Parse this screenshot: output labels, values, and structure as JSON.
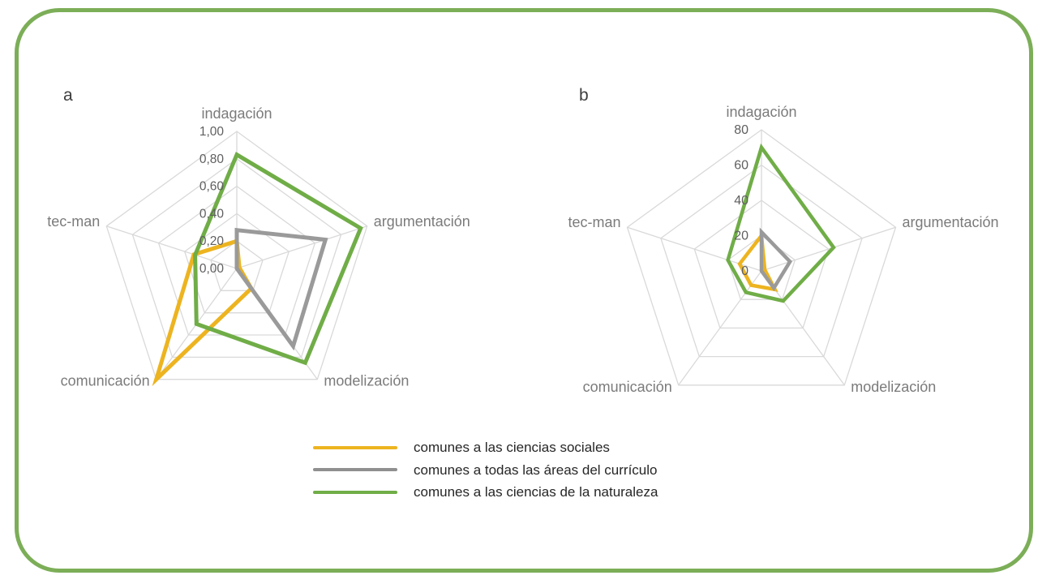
{
  "page": {
    "background": "#FFFFFF",
    "border_color": "#7CAE58",
    "panel_a_label": "a",
    "panel_b_label": "b"
  },
  "colors": {
    "grid": "#D9D9D9",
    "tick_text": "#5F5F5F",
    "axis_label_text": "#7B7B7B",
    "series_yellow": "#EDB420",
    "series_gray": "#9A9A9A",
    "series_green": "#70AD47"
  },
  "legend": {
    "items": [
      {
        "label": "comunes a las ciencias sociales",
        "color": "#EDB420"
      },
      {
        "label": "comunes a todas las áreas del currículo",
        "color": "#8F8F8F"
      },
      {
        "label": "comunes a las ciencias de la naturaleza",
        "color": "#70AD47"
      }
    ]
  },
  "chart_data": [
    {
      "id": "a",
      "type": "radar",
      "panel_label": "a",
      "categories": [
        "indagación",
        "argumentación",
        "modelización",
        "comunicación",
        "tec-man"
      ],
      "axis_range": [
        0,
        1
      ],
      "grid_levels": [
        0.2,
        0.4,
        0.6,
        0.8,
        1.0
      ],
      "grid_on": true,
      "ticks": [
        {
          "label": "1,00",
          "value": 1.0
        },
        {
          "label": "0,80",
          "value": 0.8
        },
        {
          "label": "0,60",
          "value": 0.6
        },
        {
          "label": "0,40",
          "value": 0.4
        },
        {
          "label": "0,20",
          "value": 0.2
        },
        {
          "label": "0,00",
          "value": 0.0
        }
      ],
      "series": [
        {
          "name": "comunes a las ciencias sociales",
          "color": "#EDB420",
          "values": [
            0.2,
            0.02,
            0.18,
            1.0,
            0.33
          ]
        },
        {
          "name": "comunes a todas las áreas del currículo",
          "color": "#9A9A9A",
          "values": [
            0.28,
            0.68,
            0.7,
            0.0,
            0.0
          ]
        },
        {
          "name": "comunes a las ciencias de la naturaleza",
          "color": "#70AD47",
          "values": [
            0.83,
            0.95,
            0.85,
            0.5,
            0.32
          ]
        }
      ]
    },
    {
      "id": "b",
      "type": "radar",
      "panel_label": "b",
      "categories": [
        "indagación",
        "argumentación",
        "modelización",
        "comunicación",
        "tec-man"
      ],
      "axis_range": [
        0,
        80
      ],
      "grid_levels": [
        20,
        40,
        60,
        80
      ],
      "grid_on": true,
      "ticks": [
        {
          "label": "80",
          "value": 80
        },
        {
          "label": "60",
          "value": 60
        },
        {
          "label": "40",
          "value": 40
        },
        {
          "label": "20",
          "value": 20
        },
        {
          "label": "0",
          "value": 0
        }
      ],
      "series": [
        {
          "name": "comunes a las ciencias sociales",
          "color": "#EDB420",
          "values": [
            20,
            2,
            13,
            10,
            13
          ]
        },
        {
          "name": "comunes a todas las áreas del currículo",
          "color": "#9A9A9A",
          "values": [
            22,
            17,
            12,
            0,
            0
          ]
        },
        {
          "name": "comunes a las ciencias de la naturaleza",
          "color": "#70AD47",
          "values": [
            70,
            43,
            21,
            15,
            20
          ]
        }
      ]
    }
  ]
}
